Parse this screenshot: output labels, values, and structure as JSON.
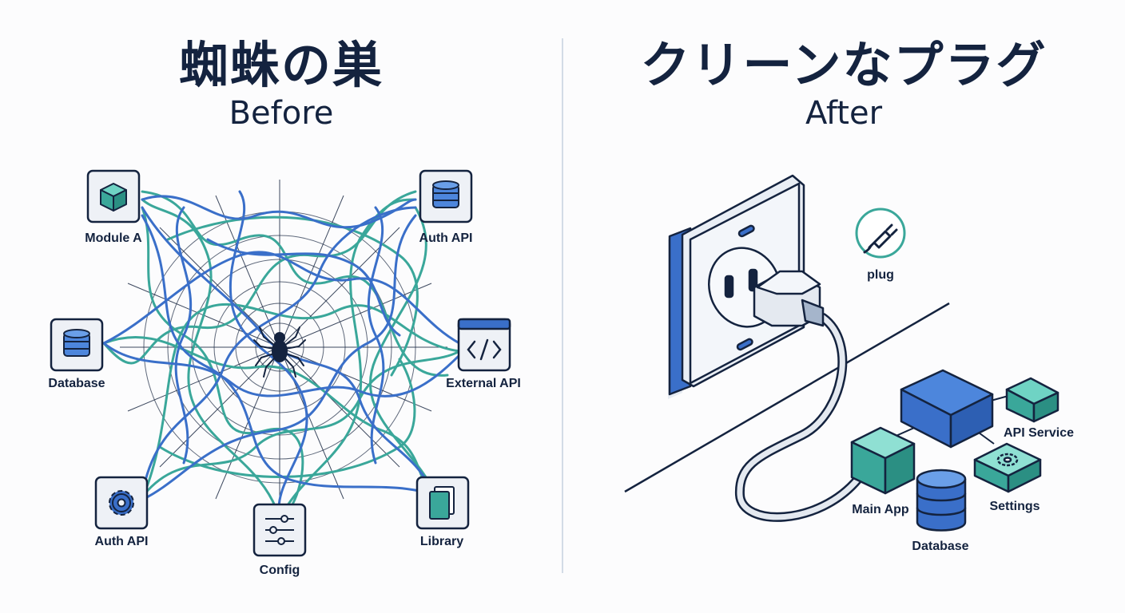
{
  "left": {
    "title": "蜘蛛の巣",
    "subtitle": "Before",
    "nodes": [
      {
        "label": "Module A",
        "icon": "cube-icon"
      },
      {
        "label": "Auth API",
        "icon": "database-icon"
      },
      {
        "label": "Database",
        "icon": "database-icon"
      },
      {
        "label": "External API",
        "icon": "code-window-icon"
      },
      {
        "label": "Auth API",
        "icon": "gear-icon"
      },
      {
        "label": "Config",
        "icon": "sliders-icon"
      },
      {
        "label": "Library",
        "icon": "files-icon"
      }
    ],
    "center_icon": "spider-icon"
  },
  "right": {
    "title": "クリーンなプラグ",
    "subtitle": "After",
    "plug_label": "plug",
    "plug_icon": "plug-icon",
    "modules": [
      {
        "label": "Main App"
      },
      {
        "label": "API Service"
      },
      {
        "label": "Settings",
        "icon": "gear-icon"
      },
      {
        "label": "Database",
        "icon": "database-icon"
      }
    ]
  },
  "colors": {
    "navy": "#14233f",
    "blue": "#3a6fc9",
    "teal": "#3aa79a",
    "divider": "#d3dbe6"
  }
}
